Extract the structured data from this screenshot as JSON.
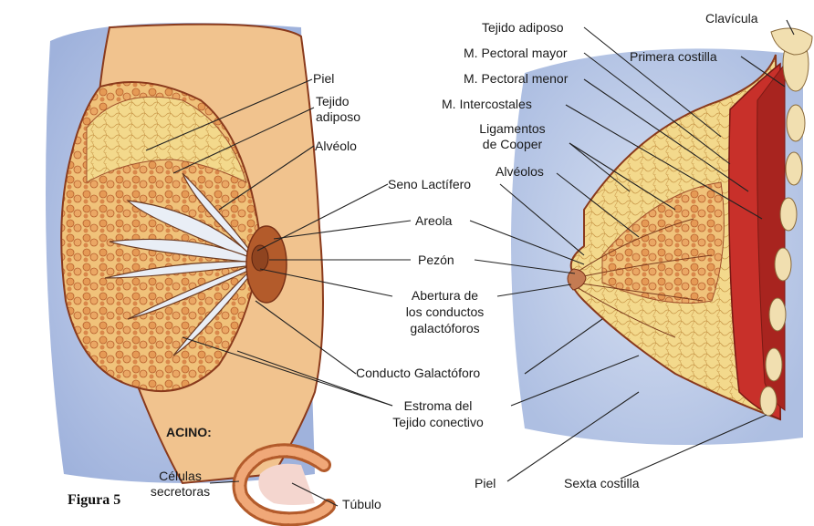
{
  "figure": {
    "caption": "Figura 5"
  },
  "labels": {
    "clavicula": "Clavícula",
    "primera_costilla": "Primera costilla",
    "tejido_adiposo_right": "Tejido adiposo",
    "m_pectoral_mayor": "M. Pectoral mayor",
    "m_pectoral_menor": "M. Pectoral menor",
    "m_intercostales": "M. Intercostales",
    "ligamentos_1": "Ligamentos",
    "ligamentos_2": "de Cooper",
    "alveolos_right": "Alvéolos",
    "piel_left": "Piel",
    "tejido_left_1": "Tejido",
    "tejido_left_2": "adiposo",
    "alveolo_left": "Alvéolo",
    "seno_lactifero": "Seno Lactífero",
    "areola": "Areola",
    "pezon": "Pezón",
    "abertura_1": "Abertura de",
    "abertura_2": "los conductos",
    "abertura_3": "galactóforos",
    "conducto": "Conducto Galactóforo",
    "estroma_1": "Estroma del",
    "estroma_2": "Tejido conectivo",
    "piel_right": "Piel",
    "sexta_costilla": "Sexta costilla",
    "acino": "ACINO:",
    "celulas_1": "Células",
    "celulas_2": "secretoras",
    "tubulo": "Túbulo"
  },
  "colors": {
    "skin": "#f1c38e",
    "skin_dark": "#c9773f",
    "outline": "#8a3a1c",
    "fat_yellow": "#f0d27a",
    "lobule_orange": "#e49a5a",
    "bg_blue": "#aebfe2",
    "muscle_red": "#c8302a",
    "areola": "#b35b2b",
    "leader_line": "#222222"
  }
}
